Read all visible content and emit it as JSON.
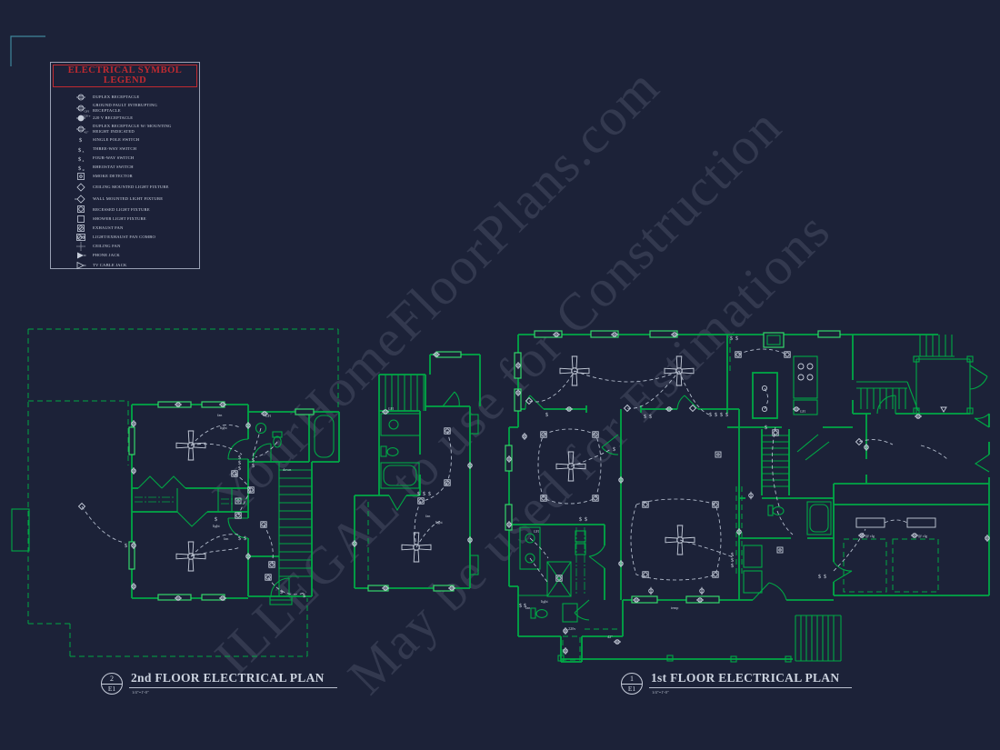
{
  "colors": {
    "background": "#1c2238",
    "line_green": "#00a845",
    "line_green_bright": "#34d66a",
    "line_white": "#c7cedb",
    "title_red": "#c12a30",
    "corner_teal": "#3f879b"
  },
  "legend": {
    "title": "ELECTRICAL SYMBOL LEGEND",
    "items": [
      {
        "symbol": "duplex-receptacle",
        "label": "DUPLEX RECEPTACLE"
      },
      {
        "symbol": "gfi-receptacle",
        "label": "GROUND FAULT INTERUPTING RECEPTACLE",
        "sub": "GFI"
      },
      {
        "symbol": "220v-receptacle",
        "label": "220 V RECEPTACLE",
        "sub": "220 v"
      },
      {
        "symbol": "duplex-receptacle-mounting-height",
        "label": "DUPLEX RECEPTACLE W/ MOUNTING HEIGHT INDICATED",
        "sub": "42\""
      },
      {
        "symbol": "single-pole-switch",
        "label": "SINGLE POLE SWITCH"
      },
      {
        "symbol": "three-way-switch",
        "label": "THREE-WAY SWITCH",
        "sub": "3"
      },
      {
        "symbol": "four-way-switch",
        "label": "FOUR-WAY SWITCH",
        "sub": "4"
      },
      {
        "symbol": "rheostat-switch",
        "label": "RHEOSTAT SWITCH",
        "sub": "R"
      },
      {
        "symbol": "smoke-detector",
        "label": "SMOKE DETECTOR"
      },
      {
        "symbol": "ceiling-mounted-light",
        "label": "CEILING MOUNTED LIGHT FIXTURE"
      },
      {
        "symbol": "wall-mounted-light",
        "label": "WALL MOUNTED LIGHT FIXTURE"
      },
      {
        "symbol": "recessed-light",
        "label": "RECESSED LIGHT FIXTURE"
      },
      {
        "symbol": "shower-light",
        "label": "SHOWER LIGHT FIXTURE"
      },
      {
        "symbol": "exhaust-fan",
        "label": "EXHAUST FAN"
      },
      {
        "symbol": "light-exhaust-fan-combo",
        "label": "LIGHT/EXHAUST FAN COMBO"
      },
      {
        "symbol": "ceiling-fan",
        "label": "CEILING FAN"
      },
      {
        "symbol": "phone-jack",
        "label": "PHONE JACK"
      },
      {
        "symbol": "tv-cable-jack",
        "label": "TV CABLE JACK"
      }
    ]
  },
  "watermark": {
    "lines": [
      "YourHomeFloorPlans.com",
      "ILLEGAL to use for Construction",
      "May be used for Estimations"
    ]
  },
  "plans": [
    {
      "number": "2",
      "sheet": "E1",
      "title": "2nd FLOOR ELECTRICAL PLAN",
      "scale": "1/4\"=1'-0\""
    },
    {
      "number": "1",
      "sheet": "E1",
      "title": "1st FLOOR ELECTRICAL PLAN",
      "scale": "1/4\"=1'-0\""
    }
  ],
  "annotations": {
    "fan": "fan",
    "light": "light",
    "down": "down",
    "gfi": "GFI",
    "switch": "$",
    "v220": "220v",
    "h42": "42\"",
    "at_ceiling": "@ clg",
    "temp": "temp"
  }
}
